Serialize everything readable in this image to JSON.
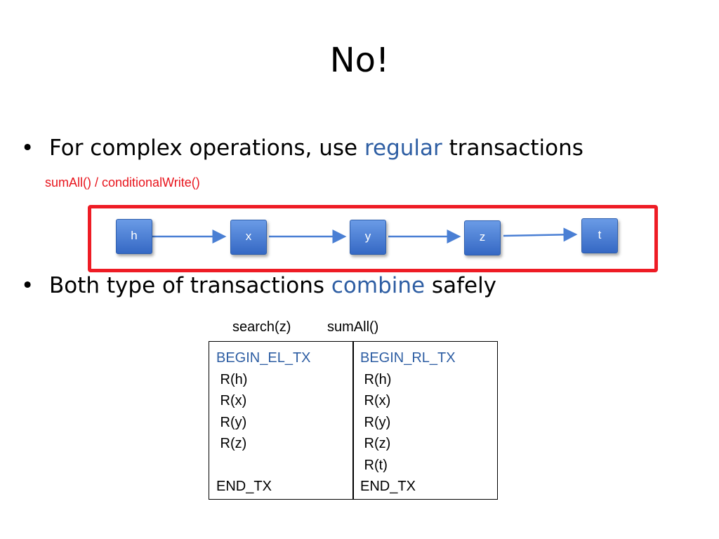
{
  "slide": {
    "title": "No!",
    "bullet1": {
      "prefix": "For complex operations, use ",
      "highlight": "regular",
      "suffix": " transactions"
    },
    "note": "sumAll() / conditionalWrite()",
    "list_nodes": [
      "h",
      "x",
      "y",
      "z",
      "t"
    ],
    "bullet2": {
      "prefix": "Both type of transactions ",
      "highlight": "combine",
      "suffix": " safely"
    },
    "op_labels": [
      "search(z)",
      "sumAll()"
    ],
    "tx_left": [
      "BEGIN_EL_TX",
      " R(h)",
      " R(x)",
      " R(y)",
      " R(z)",
      "",
      "END_TX"
    ],
    "tx_right": [
      "BEGIN_RL_TX",
      " R(h)",
      " R(x)",
      " R(y)",
      " R(z)",
      " R(t)",
      "END_TX"
    ]
  },
  "colors": {
    "accent": "#2E5EA3",
    "red_note": "#E8141C",
    "red_frame": "#EE1C25",
    "node_fill": "#4A7FD4"
  }
}
